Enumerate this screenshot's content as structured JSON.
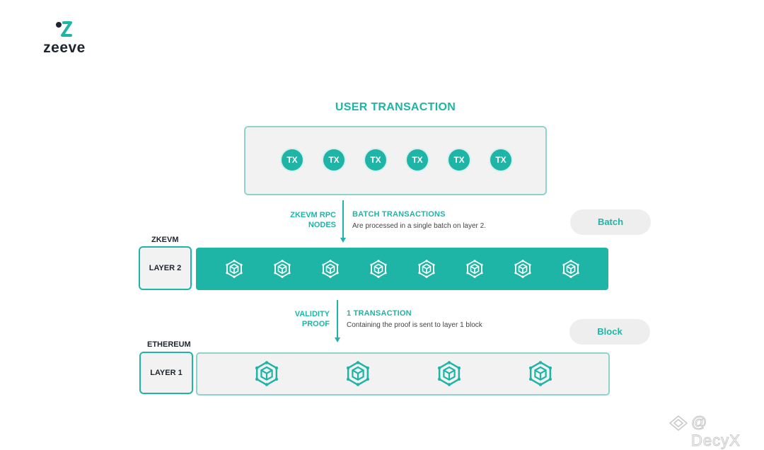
{
  "brand": {
    "name": "zeeve",
    "mark_color": "#1fb5a6",
    "text_color": "#1e2430"
  },
  "title": "USER TRANSACTION",
  "user_transactions": [
    "TX",
    "TX",
    "TX",
    "TX",
    "TX",
    "TX"
  ],
  "step1": {
    "left_label": [
      "ZKEVM RPC",
      "NODES"
    ],
    "heading": "BATCH TRANSACTIONS",
    "description": "Are processed in a single batch on layer 2."
  },
  "batch_pill": "Batch",
  "layer2": {
    "network": "ZKEVM",
    "label": "LAYER 2",
    "icon": "block-cube-icon",
    "icon_count": 8
  },
  "step2": {
    "left_label": [
      "VALIDITY",
      "PROOF"
    ],
    "heading": "1 TRANSACTION",
    "description": "Containing the proof is sent to layer 1 block"
  },
  "block_pill": "Block",
  "layer1": {
    "network": "ETHEREUM",
    "label": "LAYER 1",
    "icon": "block-cube-icon",
    "icon_count": 4
  },
  "watermark": "@ DecyX",
  "colors": {
    "accent": "#1fb5a6",
    "accent_light": "#8fd4cc",
    "panel": "#f2f2f2"
  }
}
